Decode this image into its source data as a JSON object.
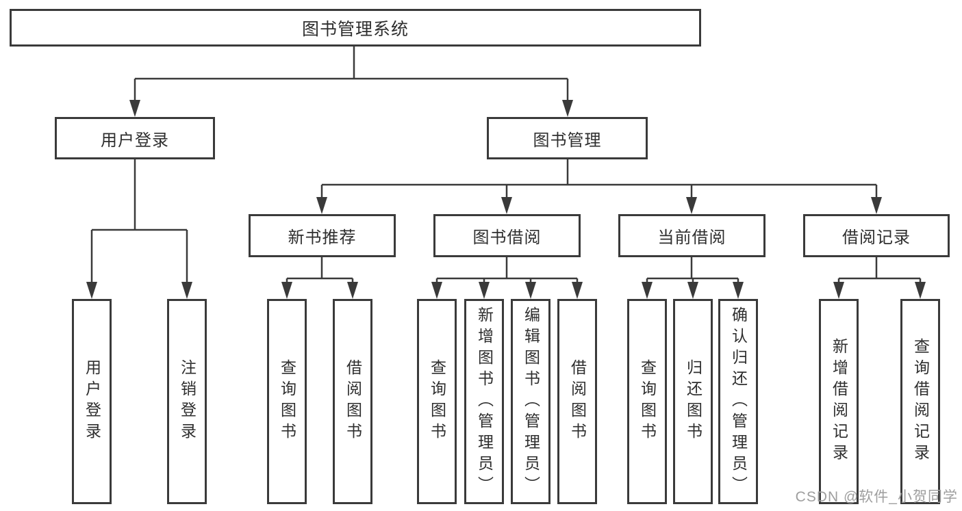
{
  "diagram": {
    "type": "tree",
    "root": {
      "label": "图书管理系统"
    },
    "level2": [
      {
        "label": "用户登录"
      },
      {
        "label": "图书管理"
      }
    ],
    "level3": [
      {
        "label": "新书推荐",
        "parent": "图书管理"
      },
      {
        "label": "图书借阅",
        "parent": "图书管理"
      },
      {
        "label": "当前借阅",
        "parent": "图书管理"
      },
      {
        "label": "借阅记录",
        "parent": "图书管理"
      }
    ],
    "leaves": [
      {
        "label": "用户登录",
        "parent": "用户登录"
      },
      {
        "label": "注销登录",
        "parent": "用户登录"
      },
      {
        "label": "查询图书",
        "parent": "新书推荐"
      },
      {
        "label": "借阅图书",
        "parent": "新书推荐"
      },
      {
        "label": "查询图书",
        "parent": "图书借阅"
      },
      {
        "label": "新增图书（管理员）",
        "parent": "图书借阅"
      },
      {
        "label": "编辑图书（管理员）",
        "parent": "图书借阅"
      },
      {
        "label": "借阅图书",
        "parent": "图书借阅"
      },
      {
        "label": "查询图书",
        "parent": "当前借阅"
      },
      {
        "label": "归还图书",
        "parent": "当前借阅"
      },
      {
        "label": "确认归还（管理员）",
        "parent": "当前借阅"
      },
      {
        "label": "新增借阅记录",
        "parent": "借阅记录"
      },
      {
        "label": "查询借阅记录",
        "parent": "借阅记录"
      }
    ]
  },
  "watermark": {
    "text": "CSDN @软件_小贺同学"
  },
  "colors": {
    "line": "#3a3a3a",
    "text": "#2e2e2e",
    "watermark": "#9e9e9e",
    "background": "#ffffff"
  }
}
